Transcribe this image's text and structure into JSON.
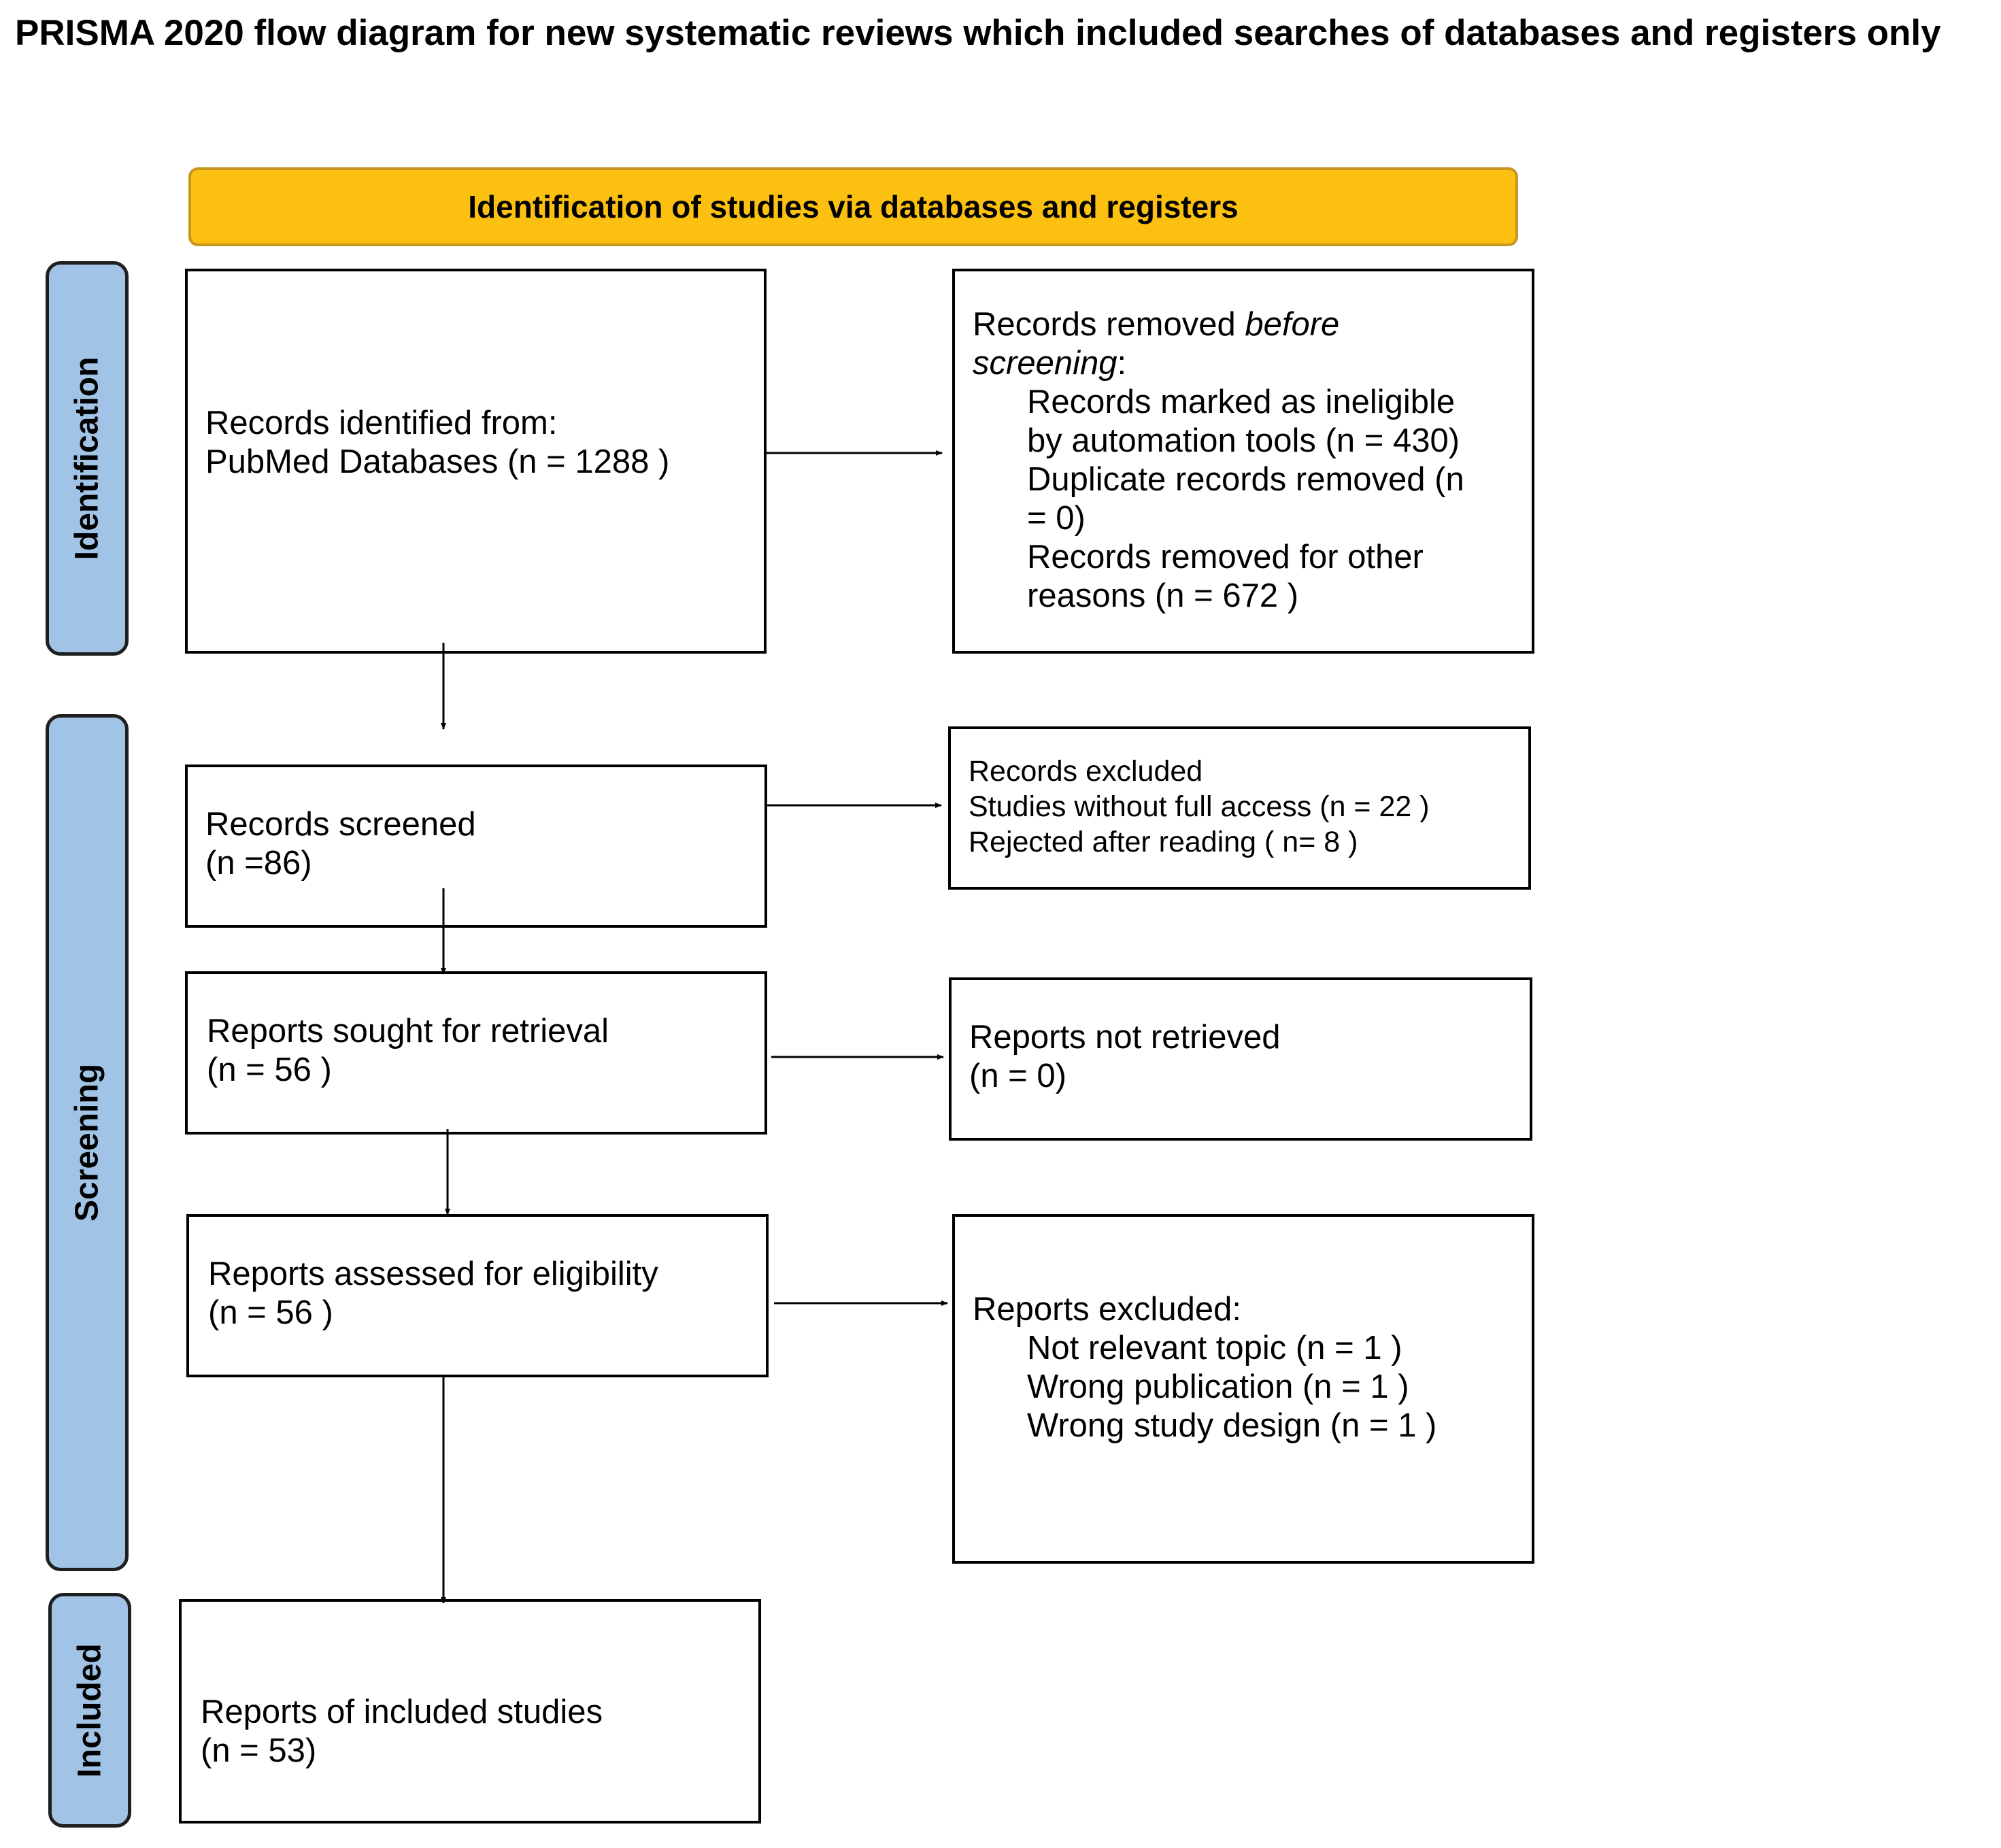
{
  "title": "PRISMA 2020 flow diagram for new systematic reviews which included searches of databases and registers only",
  "banner": "Identification of studies via databases and registers",
  "phases": {
    "identification": "Identification",
    "screening": "Screening",
    "included": "Included"
  },
  "boxes": {
    "records_identified": {
      "line1": "Records identified from:",
      "line2": "PubMed Databases (n = 1288 )"
    },
    "records_removed": {
      "heading_plain": "Records removed ",
      "heading_italic": "before",
      "heading_italic2": "screening",
      "heading_colon": ":",
      "item1a": "Records marked as ineligible",
      "item1b": "by automation tools  (n = 430)",
      "item2a": "Duplicate records removed (n",
      "item2b": "= 0)",
      "item3a": "Records removed for other",
      "item3b": "reasons (n = 672 )"
    },
    "records_screened": {
      "line1": "Records screened",
      "line2": "(n =86)"
    },
    "records_excluded": {
      "line1": "Records excluded",
      "line2": "Studies without full access (n = 22 )",
      "line3": "Rejected after reading ( n= 8 )"
    },
    "reports_sought": {
      "line1": "Reports sought for retrieval",
      "line2": "(n = 56 )"
    },
    "reports_not_retrieved": {
      "line1": "Reports not retrieved",
      "line2": "(n = 0)"
    },
    "reports_assessed": {
      "line1": "Reports assessed for eligibility",
      "line2": "(n = 56 )"
    },
    "reports_excluded": {
      "heading": "Reports excluded:",
      "item1": "Not relevant topic (n = 1 )",
      "item2": "Wrong publication  (n = 1 )",
      "item3": "Wrong study design (n = 1 )"
    },
    "included_studies": {
      "line1": "Reports of included studies",
      "line2": "(n = 53)"
    }
  }
}
